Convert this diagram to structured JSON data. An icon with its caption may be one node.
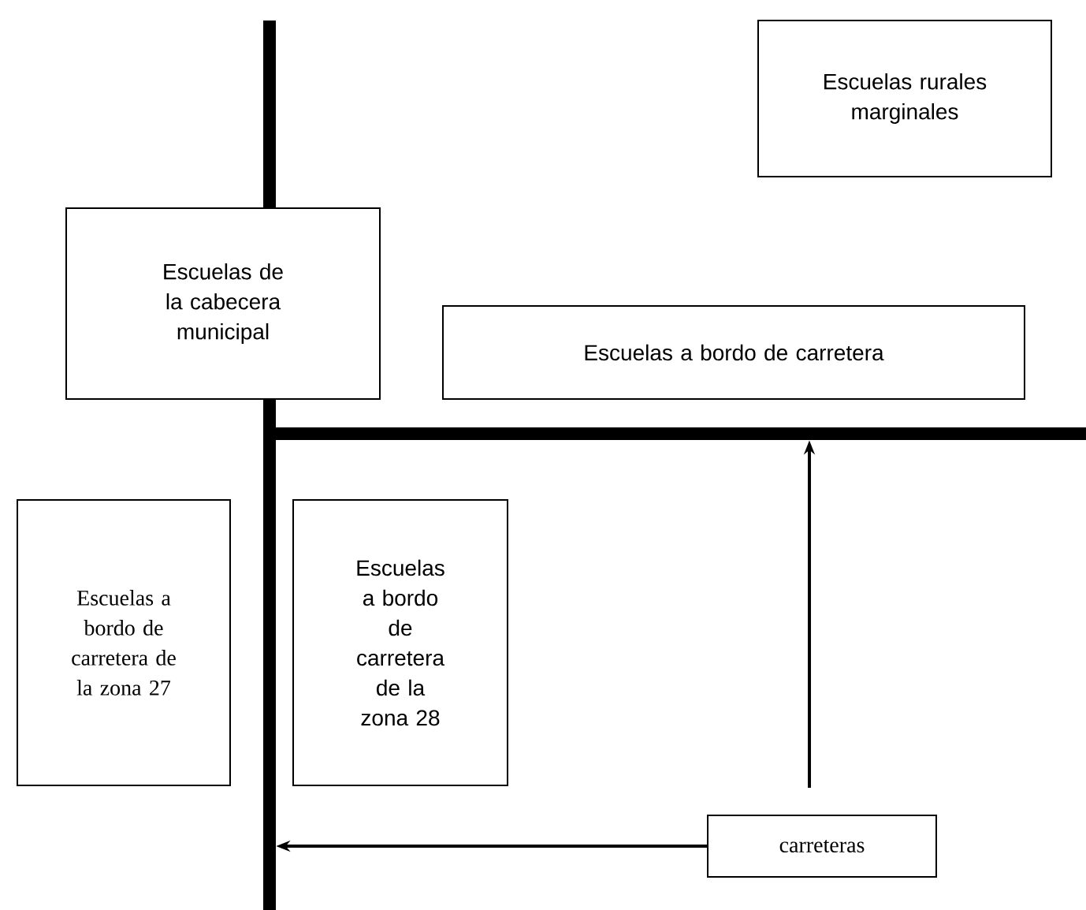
{
  "diagram": {
    "nodes": [
      {
        "text": [
          "Escuelas rurales marginales"
        ]
      },
      {
        "text": [
          "Escuelas de la cabecera municipal"
        ]
      },
      {
        "text": [
          "Escuelas a bordo de carretera"
        ]
      },
      {
        "text": [
          "Escuelas a bordo de carretera de la zona 27"
        ]
      },
      {
        "text": [
          "Escuelas a bordo de carretera de la zona 28"
        ]
      },
      {
        "text": [
          "carreteras"
        ]
      },
      {
        "text": [],
        "shape": "bar"
      },
      {
        "text": [],
        "shape": "bar"
      }
    ],
    "edges": [
      {
        "from": 5,
        "to": 6,
        "arrow": "to"
      },
      {
        "from": 5,
        "to": 7,
        "arrow": "to"
      }
    ]
  }
}
